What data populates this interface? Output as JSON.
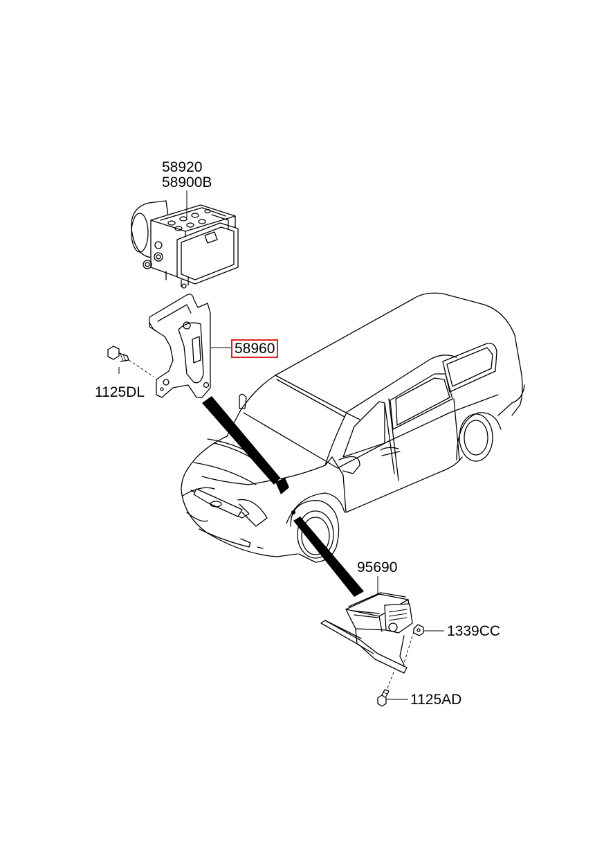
{
  "diagram": {
    "part_labels": {
      "abs_module_1": "58920",
      "abs_module_2": "58900B",
      "bracket": "58960",
      "bracket_bolt": "1125DL",
      "yaw_sensor": "95690",
      "sensor_nut": "1339CC",
      "sensor_bolt": "1125AD"
    },
    "highlighted_part": "58960",
    "colors": {
      "highlight_border": "#e02020",
      "line": "#000000",
      "background": "#ffffff"
    }
  }
}
